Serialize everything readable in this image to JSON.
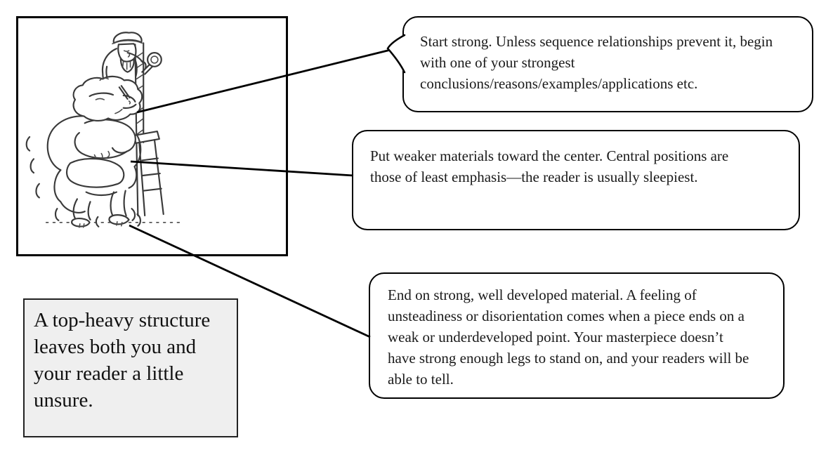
{
  "figure": {
    "illustration": "top-heavy-sculpture-cartoon",
    "caption_box": {
      "text": "A top-heavy structure leaves both you and your reader a little unsure."
    },
    "callouts": [
      {
        "id": "start-strong",
        "text": "Start strong.  Unless sequence relationships prevent it, begin with one of your strongest conclusions/reasons/examples/applications etc.",
        "points_to": "head of the sculpture"
      },
      {
        "id": "weaker-center",
        "text": "Put weaker materials toward the center.  Central positions are those of least emphasis—the reader is usually sleepiest.",
        "points_to": "middle of the sculpture"
      },
      {
        "id": "end-strong",
        "text": "End on strong, well developed material. A feeling of unsteadiness or disorientation comes when a piece ends on a weak or underdeveloped point. Your masterpiece doesn’t have strong enough legs to stand on, and your readers will be able to tell.",
        "points_to": "feet of the sculpture"
      }
    ],
    "colors": {
      "line": "#000000",
      "border": "#000000",
      "caption_background": "#efefef",
      "sketch_ink": "#3a3a3a",
      "page_background": "#ffffff"
    }
  }
}
